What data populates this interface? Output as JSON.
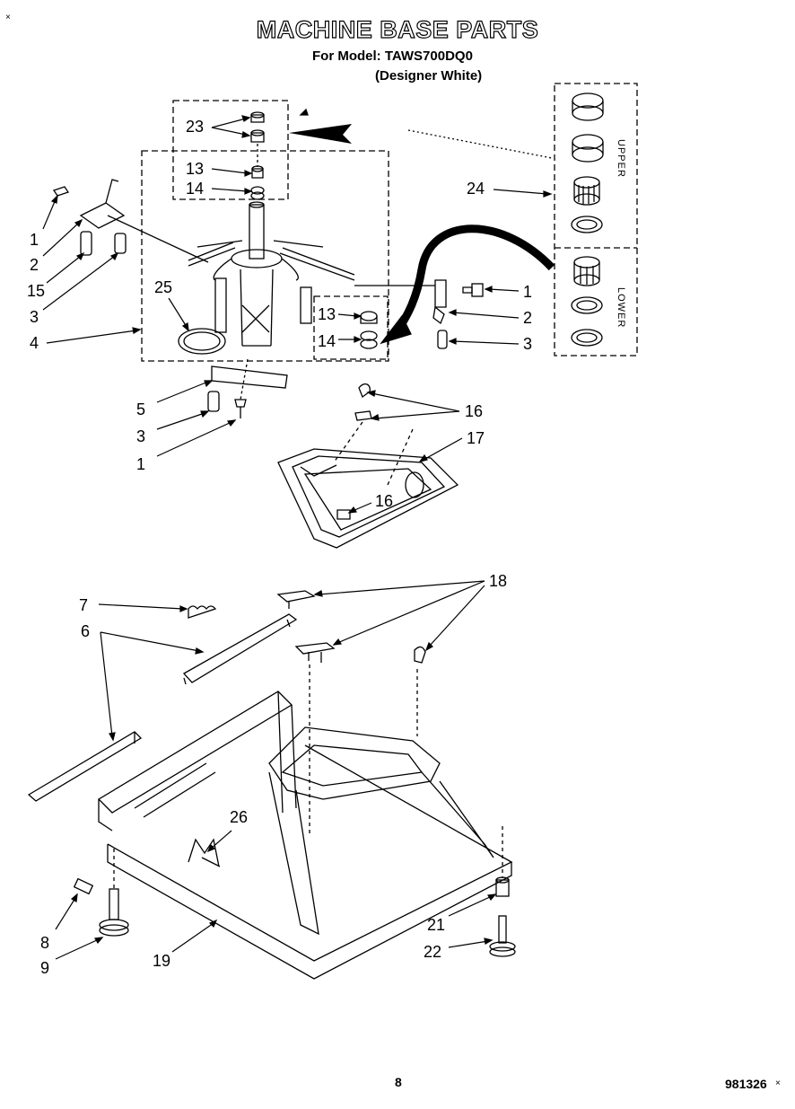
{
  "header": {
    "title": "MACHINE BASE PARTS",
    "model": "For Model: TAWS700DQ0",
    "variant": "(Designer White)"
  },
  "corner_mark": "×",
  "callouts": [
    {
      "id": "c23",
      "text": "23"
    },
    {
      "id": "c13a",
      "text": "13"
    },
    {
      "id": "c14a",
      "text": "14"
    },
    {
      "id": "c1a",
      "text": "1"
    },
    {
      "id": "c2a",
      "text": "2"
    },
    {
      "id": "c15",
      "text": "15"
    },
    {
      "id": "c3a",
      "text": "3"
    },
    {
      "id": "c25",
      "text": "25"
    },
    {
      "id": "c4",
      "text": "4"
    },
    {
      "id": "c13b",
      "text": "13"
    },
    {
      "id": "c14b",
      "text": "14"
    },
    {
      "id": "c24",
      "text": "24"
    },
    {
      "id": "c1b",
      "text": "1"
    },
    {
      "id": "c2b",
      "text": "2"
    },
    {
      "id": "c3b",
      "text": "3"
    },
    {
      "id": "c5",
      "text": "5"
    },
    {
      "id": "c3c",
      "text": "3"
    },
    {
      "id": "c1c",
      "text": "1"
    },
    {
      "id": "c16a",
      "text": "16"
    },
    {
      "id": "c17",
      "text": "17"
    },
    {
      "id": "c16b",
      "text": "16"
    },
    {
      "id": "c7",
      "text": "7"
    },
    {
      "id": "c18",
      "text": "18"
    },
    {
      "id": "c6",
      "text": "6"
    },
    {
      "id": "c26",
      "text": "26"
    },
    {
      "id": "c8",
      "text": "8"
    },
    {
      "id": "c9",
      "text": "9"
    },
    {
      "id": "c19",
      "text": "19"
    },
    {
      "id": "c21",
      "text": "21"
    },
    {
      "id": "c22",
      "text": "22"
    }
  ],
  "kit_labels": {
    "upper": "UPPER",
    "lower": "LOWER"
  },
  "footer": {
    "page": "8",
    "code": "981326",
    "mark": "×"
  }
}
